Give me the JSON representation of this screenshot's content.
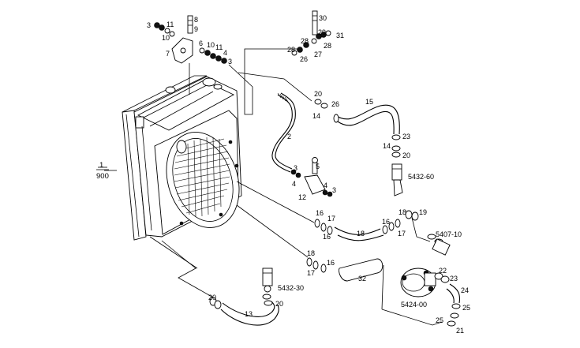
{
  "labels": {
    "l1": "1",
    "l900": "900",
    "l3a": "3",
    "l11a": "11",
    "l8": "8",
    "l9": "9",
    "l10a": "10",
    "l7": "7",
    "l6": "6",
    "l10b": "10",
    "l11b": "11",
    "l4a": "4",
    "l3b": "3",
    "l30": "30",
    "l29": "29",
    "l31": "31",
    "l28a": "28",
    "l28b": "28",
    "l28c": "28",
    "l27": "27",
    "l26": "26",
    "l20a": "20",
    "l26b": "26",
    "l14a": "14",
    "l15": "15",
    "l2": "2",
    "l23a": "23",
    "l14b": "14",
    "l20b": "20",
    "p5432_60": "5432-60",
    "l3c": "3",
    "l5": "5",
    "l4b": "4",
    "l12": "12",
    "l4c": "4",
    "l3d": "3",
    "l16a": "16",
    "l17a": "17",
    "l16b": "16",
    "l18a": "18",
    "l16c": "16",
    "l18b": "18",
    "l19": "19",
    "l17b": "17",
    "p5407_10": "5407-10",
    "l18c": "18",
    "l16d": "16",
    "l17c": "17",
    "l32": "32",
    "p5432_30": "5432-30",
    "l20c": "20",
    "l13": "13",
    "l20d": "20",
    "l22": "22",
    "l23b": "23",
    "l24": "24",
    "l25a": "25",
    "p5424_00": "5424-00",
    "l25b": "25",
    "l21": "21"
  }
}
